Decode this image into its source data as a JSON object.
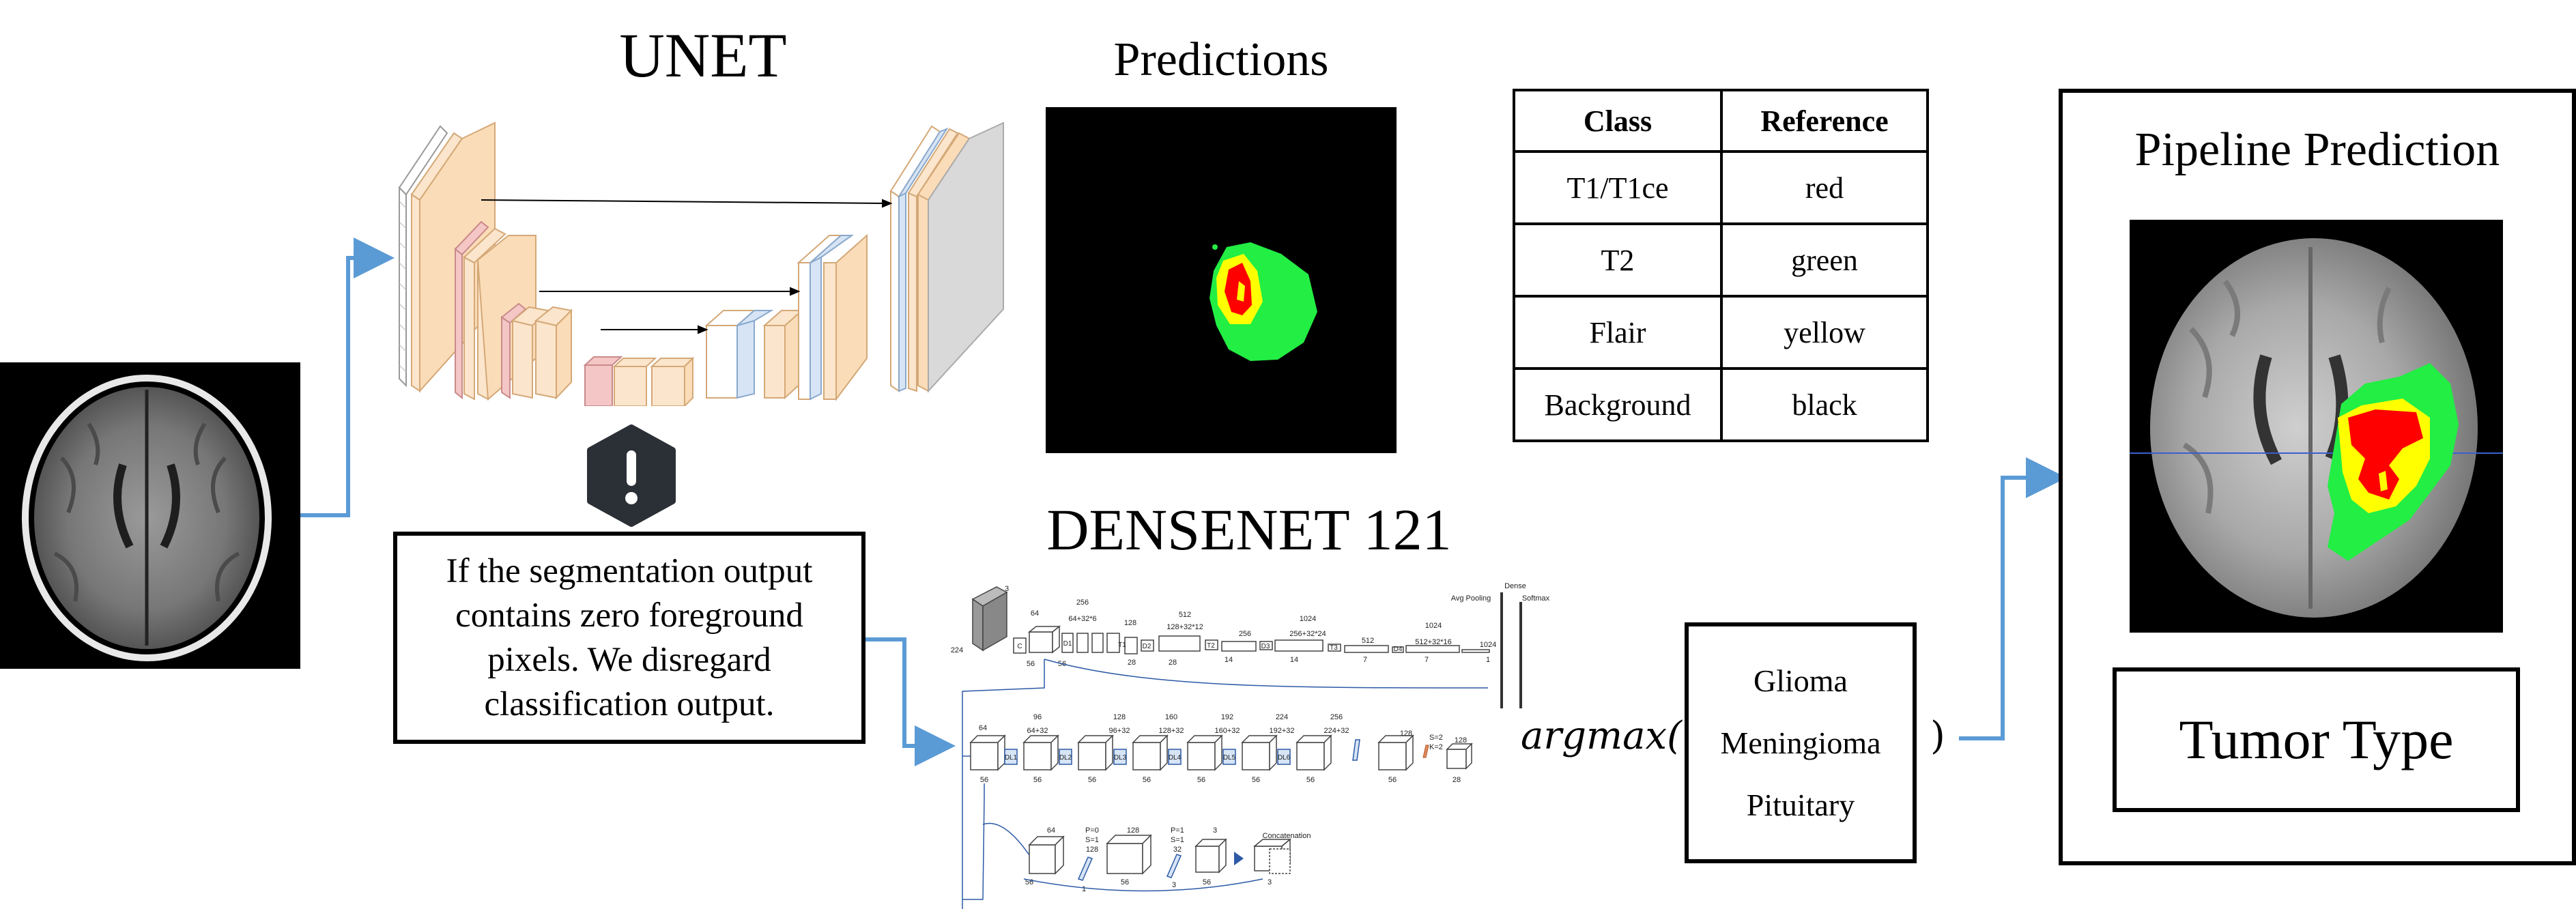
{
  "unet": {
    "title": "UNET"
  },
  "predictions": {
    "title": "Predictions"
  },
  "densenet": {
    "title": "DENSENET 121",
    "top_labels": [
      "3",
      "64",
      "256",
      "64+32*6",
      "128",
      "512",
      "128+32*12",
      "256",
      "1024",
      "256+32*24",
      "512",
      "1024",
      "512+32*16",
      "Avg Pooling",
      "Dense",
      "Softmax"
    ],
    "top_sizes": [
      "224",
      "56",
      "56",
      "28",
      "28",
      "14",
      "14",
      "7",
      "7",
      "1",
      "1024"
    ],
    "top_blocks": [
      "C",
      "D1",
      "T1",
      "D2",
      "T2",
      "D3",
      "T3",
      "D4"
    ],
    "mid_labels": [
      "64",
      "96",
      "128",
      "160",
      "192",
      "224",
      "256",
      "128",
      "128"
    ],
    "mid_sublabels": [
      "64+32",
      "96+32",
      "128+32",
      "160+32",
      "192+32",
      "224+32"
    ],
    "mid_blocks": [
      "DL1",
      "DL2",
      "DL3",
      "DL4",
      "DL5",
      "DL6"
    ],
    "mid_sizes": [
      "56",
      "56",
      "56",
      "56",
      "56",
      "56",
      "56",
      "56",
      "28"
    ],
    "pool_params": [
      "S=2",
      "K=2"
    ],
    "bottom_labels": [
      "64",
      "128",
      "32",
      "3",
      "Concatenation"
    ],
    "bottom_params_a": [
      "P=0",
      "S=1",
      "128"
    ],
    "bottom_params_b": [
      "P=1",
      "S=1",
      "32"
    ],
    "bottom_sizes": [
      "56",
      "1",
      "56",
      "3",
      "56",
      "3"
    ]
  },
  "note": {
    "text": "If the segmentation output contains zero foreground pixels. We disregard classification output."
  },
  "legend_table": {
    "headers": [
      "Class",
      "Reference"
    ],
    "rows": [
      [
        "T1/T1ce",
        "red"
      ],
      [
        "T2",
        "green"
      ],
      [
        "Flair",
        "yellow"
      ],
      [
        "Background",
        "black"
      ]
    ]
  },
  "argmax": {
    "label": "argmax(",
    "close": ")"
  },
  "tumor_types": [
    "Glioma",
    "Meningioma",
    "Pituitary"
  ],
  "pipeline": {
    "title": "Pipeline Prediction",
    "output_label": "Tumor Type"
  },
  "icons": {
    "warning": "exclamation-icon"
  },
  "colors": {
    "arrow": "#5b9bd5",
    "t1": "#ff0000",
    "t2": "#22ee44",
    "flair": "#ffff00",
    "unet_orange": "#fbe5cc",
    "unet_pink": "#f4c6c6",
    "unet_blue": "#d6e4f5"
  }
}
